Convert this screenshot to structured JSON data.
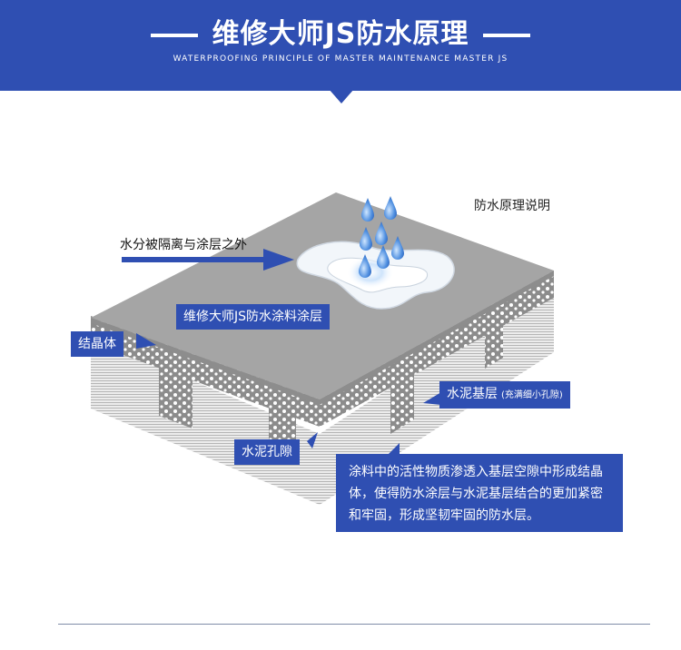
{
  "header": {
    "title": "维修大师JS防水原理",
    "subtitle": "WATERPROOFING PRINCIPLE OF MASTER MAINTENANCE MASTER JS"
  },
  "diagram": {
    "note": "防水原理说明",
    "labels": {
      "water_isolated": "水分被隔离与涂层之外",
      "coating": "维修大师JS防水涂料涂层",
      "crystal": "结晶体",
      "cement_base": "水泥基层",
      "cement_base_note": "(充满细小孔隙)",
      "cement_pores": "水泥孔隙"
    },
    "explanation": "涂料中的活性物质渗透入基层空隙中形成结晶体，使得防水涂层与水泥基层结合的更加紧密和牢固，形成坚韧牢固的防水层。"
  },
  "colors": {
    "brand_blue": "#2f4fb2",
    "coating_gray": "#a5a5a5",
    "water_blue": "#3f7fd6"
  },
  "icons": [
    "water-drop-icon",
    "arrow-right-icon"
  ]
}
